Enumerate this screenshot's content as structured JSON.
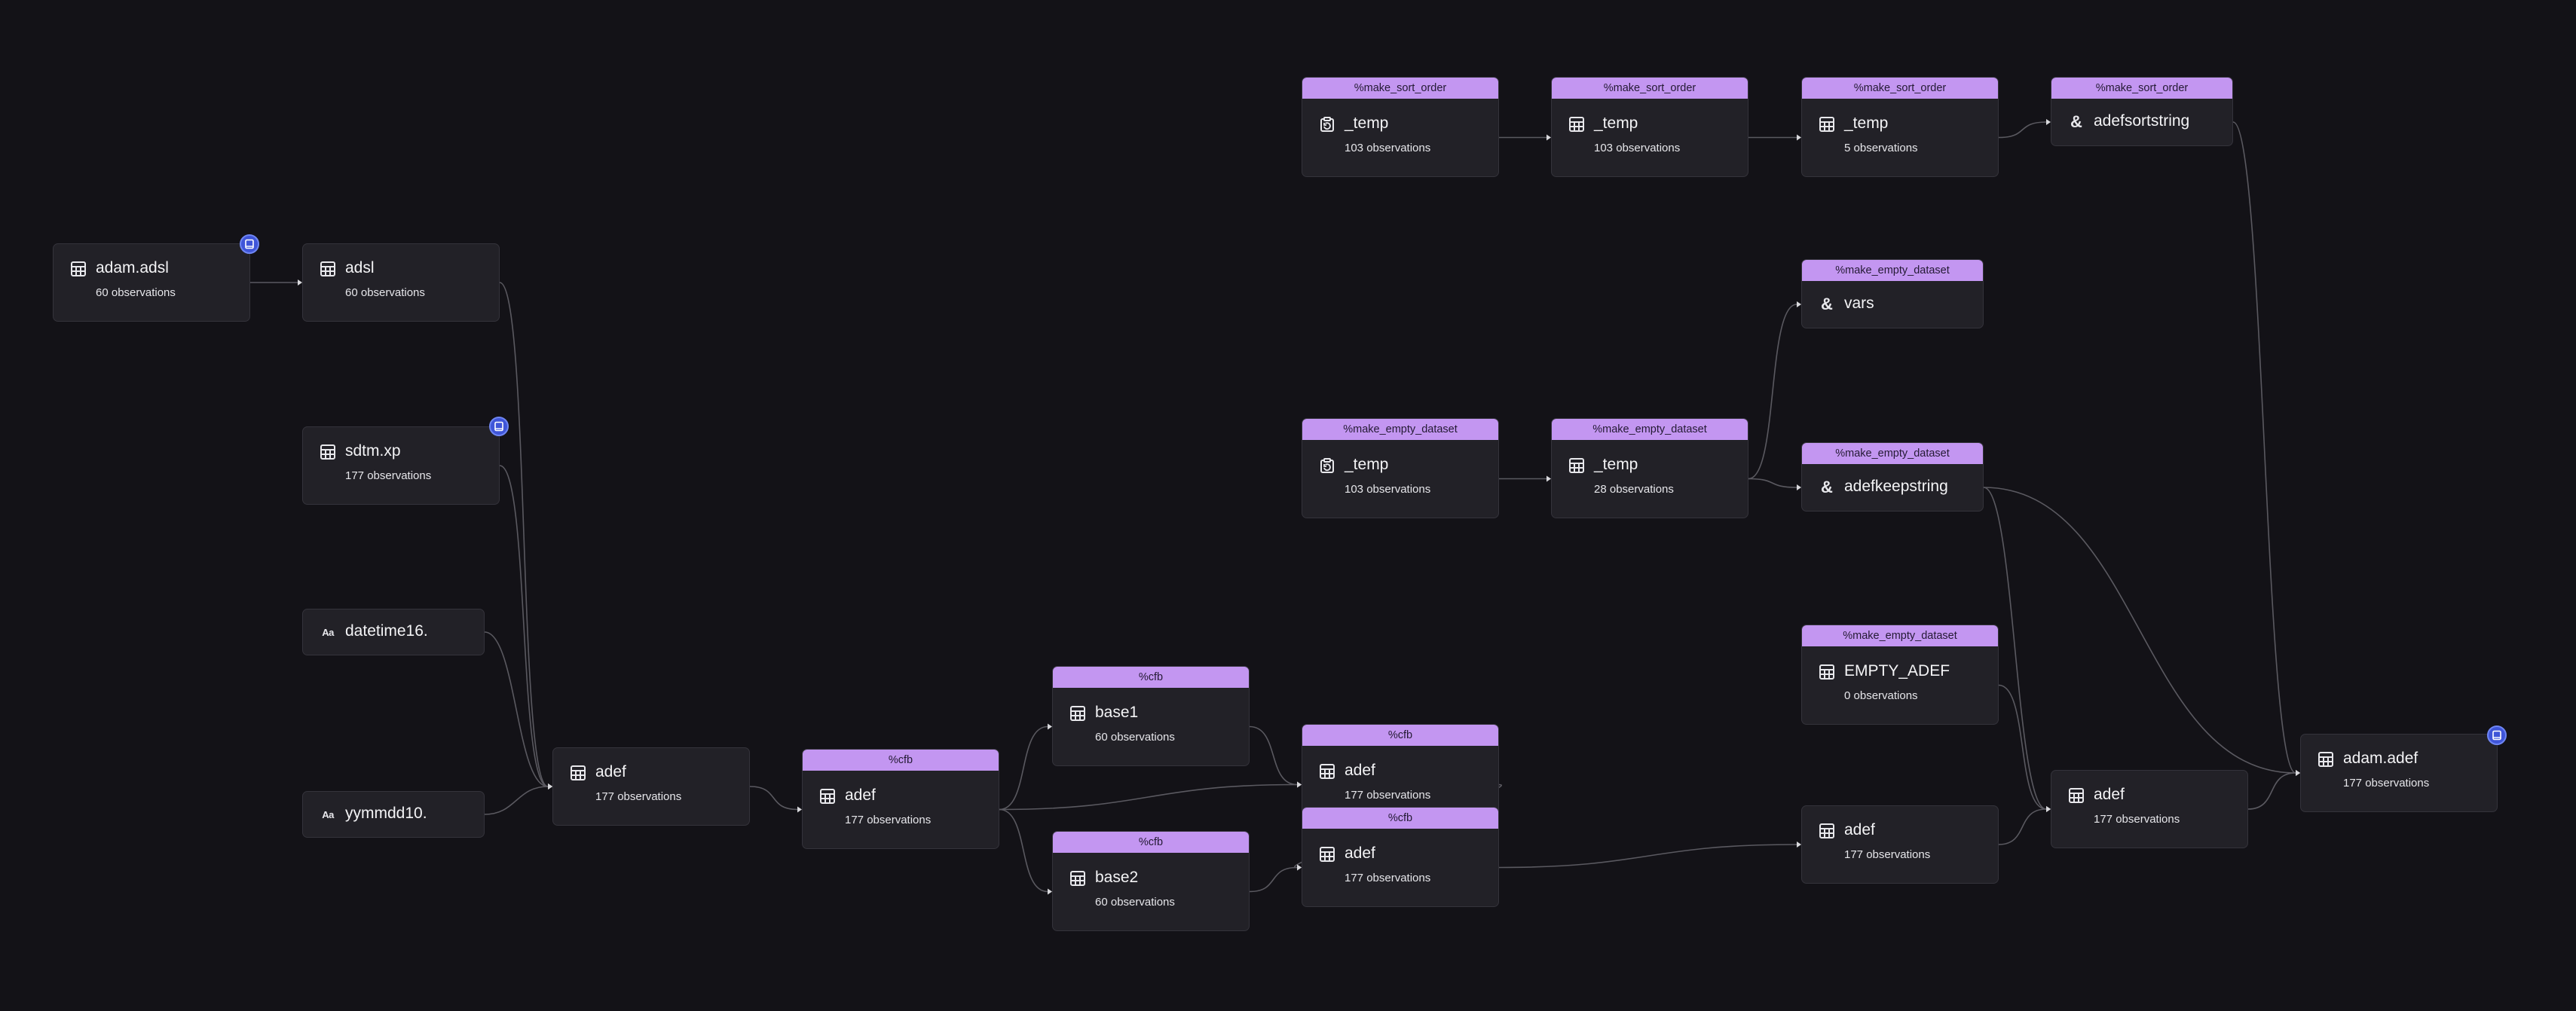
{
  "nodes": [
    {
      "id": "n-adam-adsl",
      "header": "",
      "title": "adam.adsl",
      "sub": "60 observations",
      "icon": "table-icon",
      "badge": "book-icon"
    },
    {
      "id": "n-adsl",
      "header": "",
      "title": "adsl",
      "sub": "60 observations",
      "icon": "table-icon"
    },
    {
      "id": "n-sdtm-xp",
      "header": "",
      "title": "sdtm.xp",
      "sub": "177 observations",
      "icon": "table-icon",
      "badge": "book-icon"
    },
    {
      "id": "n-datetime16",
      "header": "",
      "title": "datetime16.",
      "sub": "",
      "icon": "format-icon",
      "icon_text": "Aa"
    },
    {
      "id": "n-yymmdd10",
      "header": "",
      "title": "yymmdd10.",
      "sub": "",
      "icon": "format-icon",
      "icon_text": "Aa"
    },
    {
      "id": "n-adef-1",
      "header": "",
      "title": "adef",
      "sub": "177 observations",
      "icon": "table-icon"
    },
    {
      "id": "n-adef-2",
      "header": "%cfb",
      "title": "adef",
      "sub": "177 observations",
      "icon": "table-icon"
    },
    {
      "id": "n-base1",
      "header": "%cfb",
      "title": "base1",
      "sub": "60 observations",
      "icon": "table-icon"
    },
    {
      "id": "n-base2",
      "header": "%cfb",
      "title": "base2",
      "sub": "60 observations",
      "icon": "table-icon"
    },
    {
      "id": "n-adef-3",
      "header": "%cfb",
      "title": "adef",
      "sub": "177 observations",
      "icon": "table-icon"
    },
    {
      "id": "n-adef-4",
      "header": "%cfb",
      "title": "adef",
      "sub": "177 observations",
      "icon": "table-icon"
    },
    {
      "id": "n-sort-temp-1",
      "header": "%make_sort_order",
      "title": "_temp",
      "sub": "103 observations",
      "icon": "clipboard-icon"
    },
    {
      "id": "n-sort-temp-2",
      "header": "%make_sort_order",
      "title": "_temp",
      "sub": "103 observations",
      "icon": "table-icon"
    },
    {
      "id": "n-sort-temp-3",
      "header": "%make_sort_order",
      "title": "_temp",
      "sub": "5 observations",
      "icon": "table-icon"
    },
    {
      "id": "n-adefsortstring",
      "header": "%make_sort_order",
      "title": "adefsortstring",
      "sub": "",
      "icon": "ampersand-icon",
      "icon_text": "&"
    },
    {
      "id": "n-empty-temp-1",
      "header": "%make_empty_dataset",
      "title": "_temp",
      "sub": "103 observations",
      "icon": "clipboard-icon"
    },
    {
      "id": "n-empty-temp-2",
      "header": "%make_empty_dataset",
      "title": "_temp",
      "sub": "28 observations",
      "icon": "table-icon"
    },
    {
      "id": "n-vars",
      "header": "%make_empty_dataset",
      "title": "vars",
      "sub": "",
      "icon": "ampersand-icon",
      "icon_text": "&"
    },
    {
      "id": "n-adefkeepstring",
      "header": "%make_empty_dataset",
      "title": "adefkeepstring",
      "sub": "",
      "icon": "ampersand-icon",
      "icon_text": "&"
    },
    {
      "id": "n-empty-adef",
      "header": "%make_empty_dataset",
      "title": "EMPTY_ADEF",
      "sub": "0 observations",
      "icon": "table-icon"
    },
    {
      "id": "n-adef-5",
      "header": "",
      "title": "adef",
      "sub": "177 observations",
      "icon": "table-icon"
    },
    {
      "id": "n-adef-6",
      "header": "",
      "title": "adef",
      "sub": "177 observations",
      "icon": "table-icon"
    },
    {
      "id": "n-adam-adef",
      "header": "",
      "title": "adam.adef",
      "sub": "177 observations",
      "icon": "table-icon",
      "badge": "book-icon"
    }
  ],
  "edges": [
    [
      "n-adam-adsl",
      "n-adsl"
    ],
    [
      "n-adsl",
      "n-adef-1"
    ],
    [
      "n-sdtm-xp",
      "n-adef-1"
    ],
    [
      "n-datetime16",
      "n-adef-1"
    ],
    [
      "n-yymmdd10",
      "n-adef-1"
    ],
    [
      "n-adef-1",
      "n-adef-2"
    ],
    [
      "n-adef-2",
      "n-base1"
    ],
    [
      "n-adef-2",
      "n-base2"
    ],
    [
      "n-adef-2",
      "n-adef-3"
    ],
    [
      "n-base1",
      "n-adef-3"
    ],
    [
      "n-base2",
      "n-adef-4"
    ],
    [
      "n-adef-3",
      "n-adef-4"
    ],
    [
      "n-sort-temp-1",
      "n-sort-temp-2"
    ],
    [
      "n-sort-temp-2",
      "n-sort-temp-3"
    ],
    [
      "n-sort-temp-3",
      "n-adefsortstring"
    ],
    [
      "n-empty-temp-1",
      "n-empty-temp-2"
    ],
    [
      "n-empty-temp-2",
      "n-vars"
    ],
    [
      "n-empty-temp-2",
      "n-adefkeepstring"
    ],
    [
      "n-adef-4",
      "n-adef-5"
    ],
    [
      "n-adef-5",
      "n-adef-6"
    ],
    [
      "n-empty-adef",
      "n-adef-6"
    ],
    [
      "n-adefkeepstring",
      "n-adef-6"
    ],
    [
      "n-adef-6",
      "n-adam-adef"
    ],
    [
      "n-adefsortstring",
      "n-adam-adef"
    ],
    [
      "n-adefkeepstring",
      "n-adam-adef"
    ]
  ],
  "colors": {
    "background": "#131217",
    "node": "#222127",
    "header": "#c396f1",
    "edge": "#5a5960",
    "badge": "#3f55d8"
  }
}
